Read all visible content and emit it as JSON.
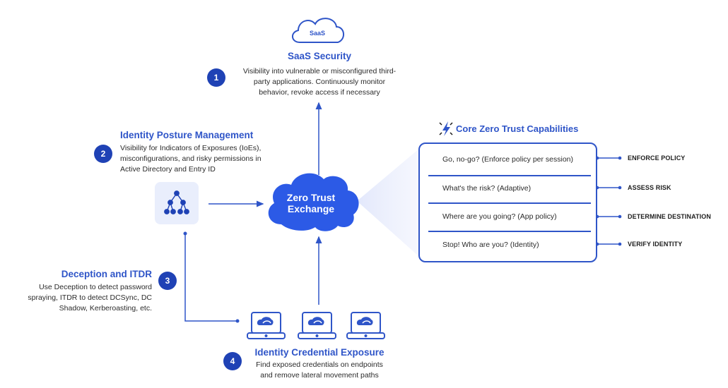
{
  "colors": {
    "primary": "#2f55c8",
    "badge": "#1f42b5",
    "cloud_fill": "#2c5ae6",
    "icon_tile": "#e9eefc",
    "text": "#2b2b2b"
  },
  "saas": {
    "cloud_label": "SaaS",
    "badge": "1",
    "title": "SaaS Security",
    "lines": [
      "Visibility into vulnerable or misconfigured third-",
      "party applications. Continuously monitor",
      "behavior, revoke access if necessary"
    ]
  },
  "identity_posture": {
    "badge": "2",
    "title": "Identity Posture Management",
    "lines": [
      "Visibility for Indicators of Exposures (IoEs),",
      "misconfigurations, and risky permissions in",
      "Active Directory and Entry ID"
    ],
    "icon": "hierarchy-tree-icon"
  },
  "deception": {
    "badge": "3",
    "title": "Deception and ITDR",
    "lines": [
      "Use Deception to detect password",
      "spraying, ITDR to detect DCSync, DC",
      "Shadow, Kerberoasting, etc."
    ]
  },
  "credential_exposure": {
    "badge": "4",
    "title": "Identity Credential Exposure",
    "lines": [
      "Find exposed credentials on endpoints",
      "and remove lateral movement paths"
    ],
    "endpoint_icons": [
      "laptop-icon",
      "laptop-icon",
      "laptop-icon"
    ]
  },
  "exchange": {
    "line1": "Zero Trust",
    "line2": "Exchange"
  },
  "capabilities": {
    "title": "Core Zero Trust Capabilities",
    "icon": "lightning-spark-icon",
    "rows": [
      {
        "question": "Go, no-go? (Enforce policy per session)",
        "label": "ENFORCE POLICY"
      },
      {
        "question": "What's the risk? (Adaptive)",
        "label": "ASSESS RISK"
      },
      {
        "question": "Where are you going? (App policy)",
        "label": "DETERMINE DESTINATION"
      },
      {
        "question": "Stop! Who are you? (Identity)",
        "label": "VERIFY IDENTITY"
      }
    ]
  }
}
